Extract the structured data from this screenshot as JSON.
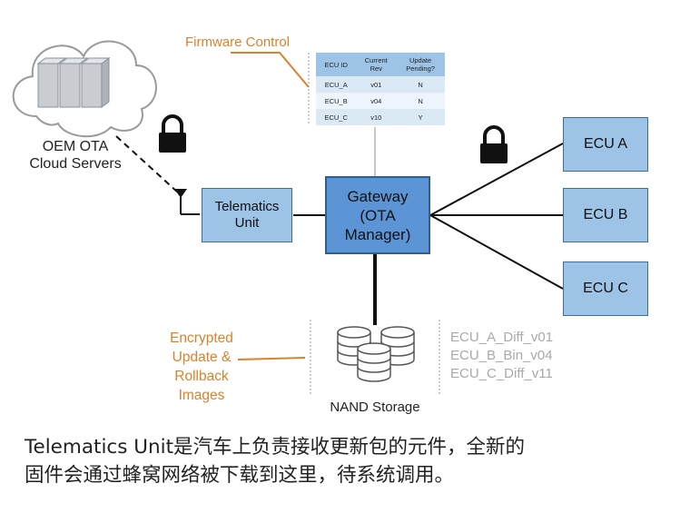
{
  "labels": {
    "firmware_control": "Firmware Control",
    "oem_servers": [
      "OEM OTA",
      "Cloud Servers"
    ],
    "telematics": [
      "Telematics",
      "Unit"
    ],
    "gateway": [
      "Gateway",
      "(OTA",
      "Manager)"
    ],
    "ecu_a": "ECU A",
    "ecu_b": "ECU B",
    "ecu_c": "ECU C",
    "encrypted": [
      "Encrypted",
      "Update &",
      "Rollback",
      "Images"
    ],
    "nand": "NAND Storage"
  },
  "firmware_table": {
    "headers": [
      [
        "ECU ID"
      ],
      [
        "Current",
        "Rev"
      ],
      [
        "Update",
        "Pending?"
      ]
    ],
    "rows": [
      [
        "ECU_A",
        "v01",
        "N"
      ],
      [
        "ECU_B",
        "v04",
        "N"
      ],
      [
        "ECU_C",
        "v10",
        "Y"
      ]
    ]
  },
  "storage_files": [
    "ECU_A_Diff_v01",
    "ECU_B_Bin_v04",
    "ECU_C_Diff_v11"
  ],
  "caption": [
    "Telematics Unit是汽车上负责接收更新包的元件，全新的",
    "固件会通过蜂窝网络被下载到这里，待系统调用。"
  ],
  "colors": {
    "box_fill": "#9dc3e6",
    "gateway_fill": "#5b95d5",
    "accent_orange": "#d9822b",
    "file_text_grey": "#a9a9a9"
  }
}
